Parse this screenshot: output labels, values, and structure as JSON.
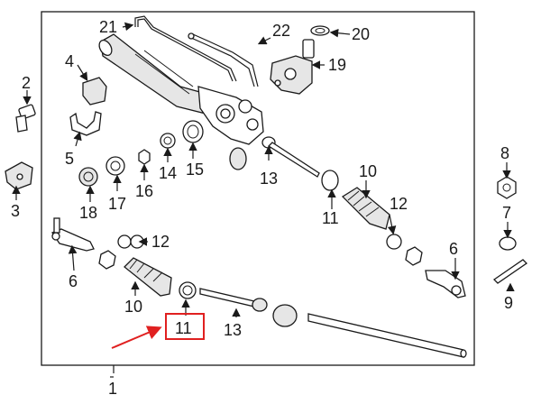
{
  "diagram": {
    "callouts": {
      "n1": "1",
      "n2": "2",
      "n3": "3",
      "n4": "4",
      "n5": "5",
      "n6_left": "6",
      "n6_right": "6",
      "n7": "7",
      "n8": "8",
      "n9": "9",
      "n10_left": "10",
      "n10_right": "10",
      "n11_left": "11",
      "n11_right": "11",
      "n12_left": "12",
      "n12_right": "12",
      "n13_upper": "13",
      "n13_lower": "13",
      "n14": "14",
      "n15": "15",
      "n16": "16",
      "n17": "17",
      "n18": "18",
      "n19": "19",
      "n20": "20",
      "n21": "21",
      "n22": "22"
    },
    "highlight": {
      "color": "#e02020"
    }
  }
}
